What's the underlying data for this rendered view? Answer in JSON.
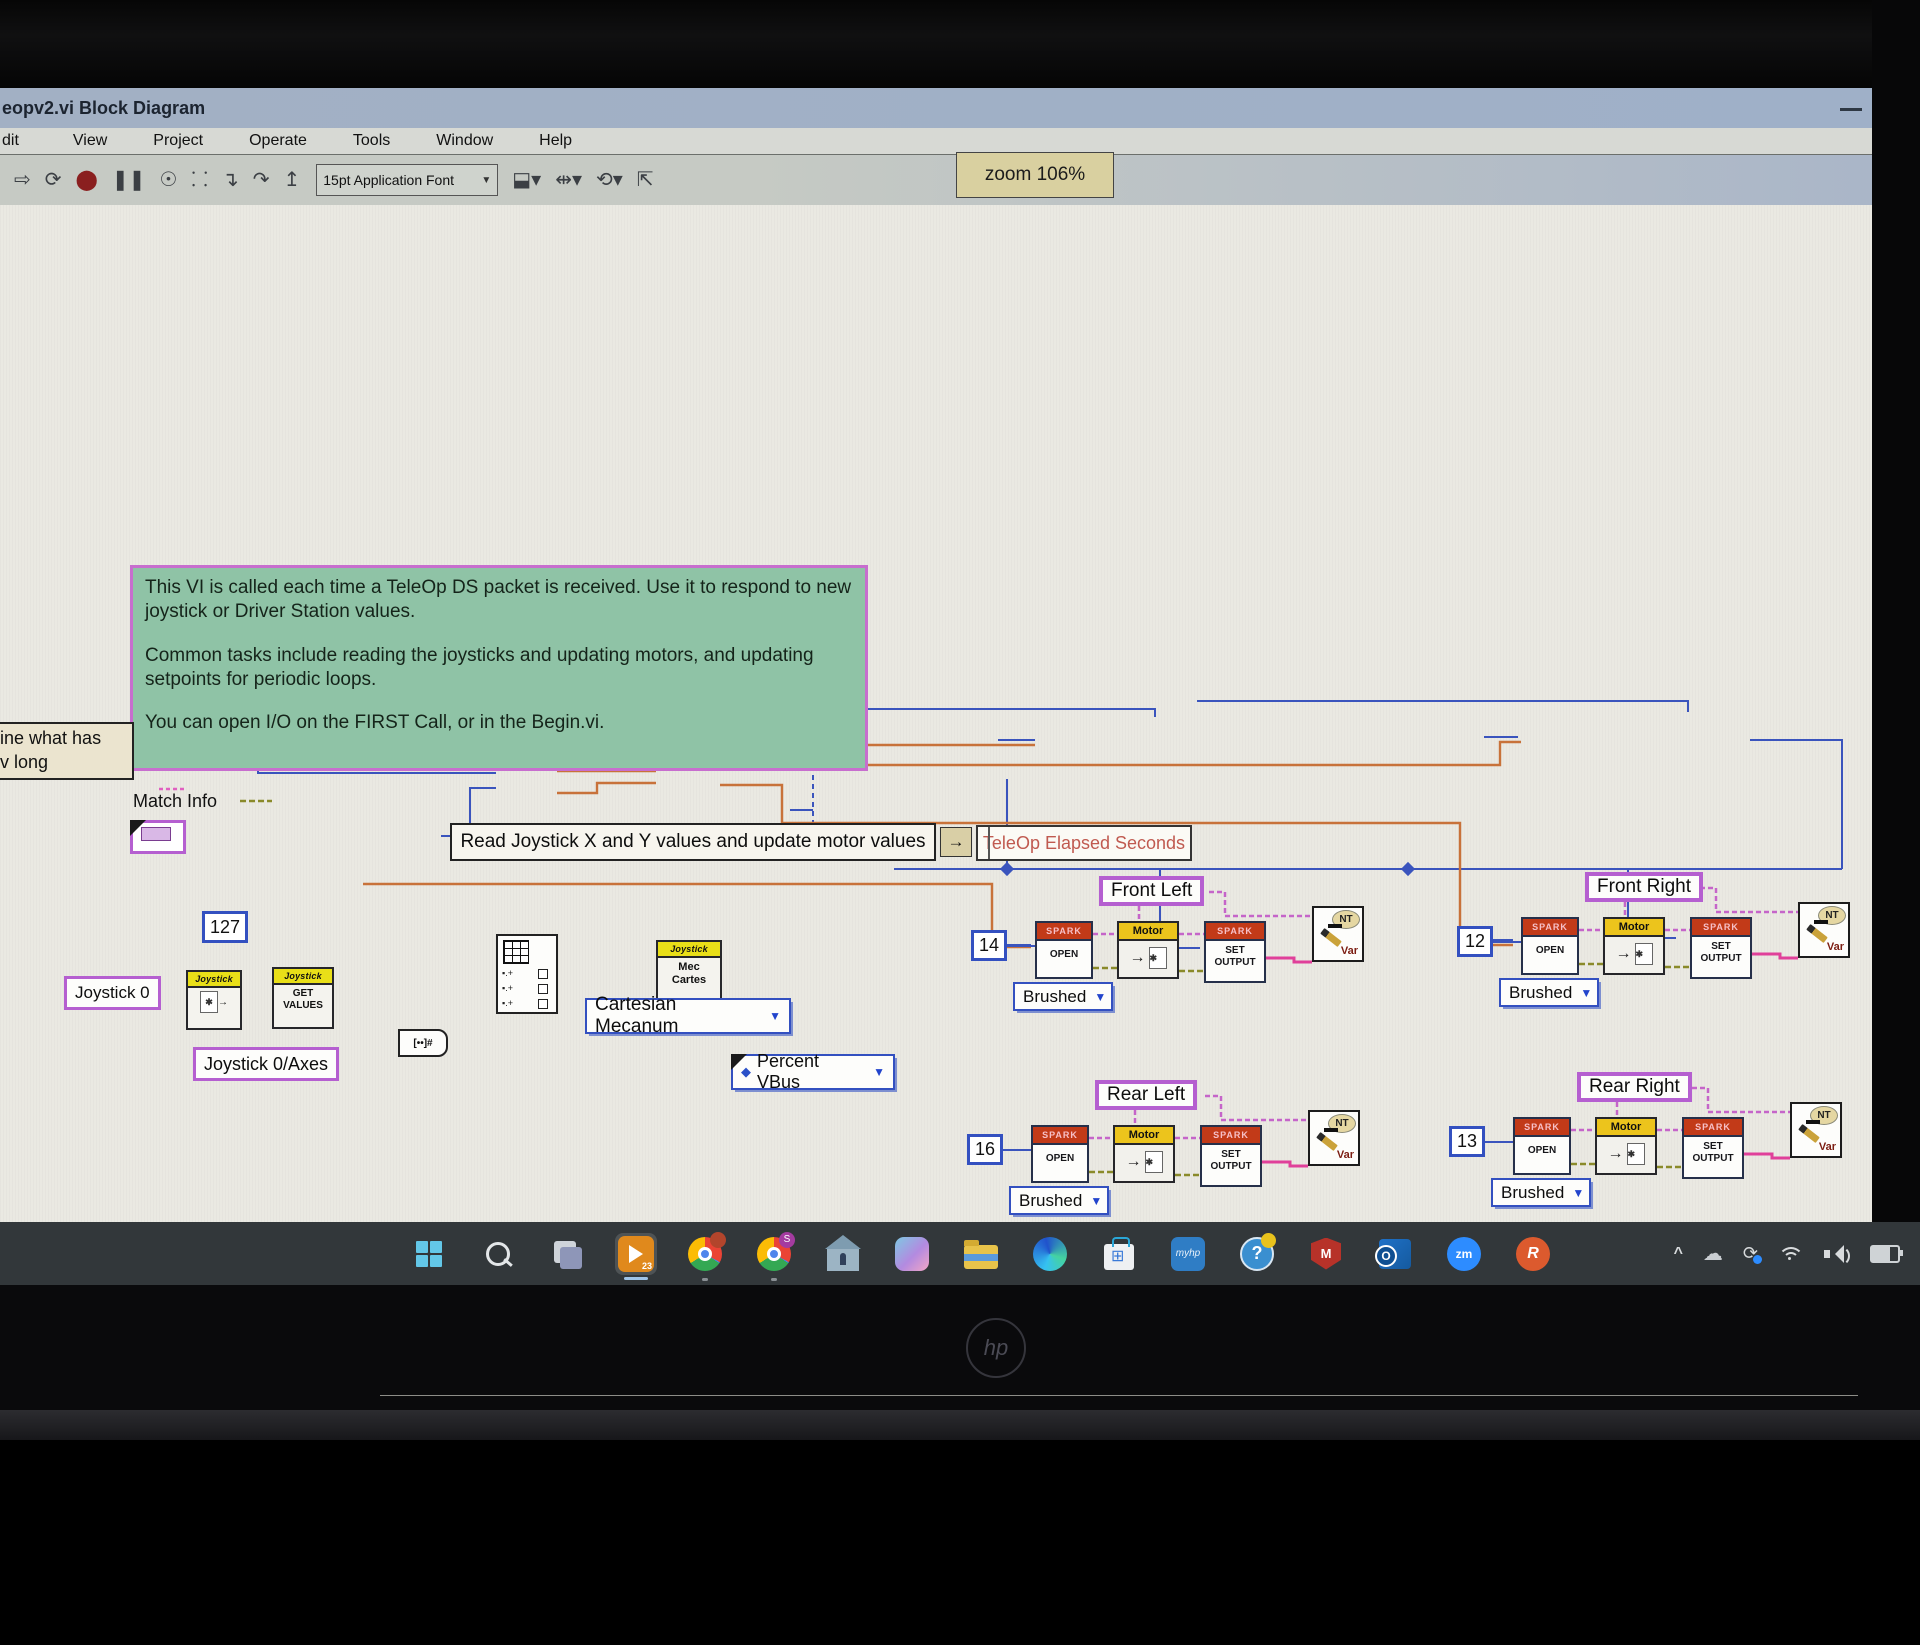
{
  "window": {
    "title": "eopv2.vi Block Diagram",
    "minimize_glyph": "—"
  },
  "menu": {
    "items": [
      "dit",
      "View",
      "Project",
      "Operate",
      "Tools",
      "Window",
      "Help"
    ]
  },
  "toolbar": {
    "font_selector": "15pt Application Font",
    "font_dropdown_glyph": "▼",
    "zoom_badge": "zoom 106%"
  },
  "comment_box": {
    "p1": "This VI is called each time a TeleOp DS packet is received.  Use it to respond to new joystick or Driver Station values.",
    "p2": "Common tasks include reading the joysticks and updating motors, and updating setpoints for periodic loops.",
    "p3": "You can open I/O on the FIRST Call, or in the Begin.vi."
  },
  "partial_note": {
    "line1": "ine what has",
    "line2": "v long"
  },
  "diagram": {
    "match_info": "Match Info",
    "sequence_label": "Read Joystick X and Y values and update motor values",
    "elapsed_arrow": "→",
    "elapsed_label": "TeleOp Elapsed Seconds",
    "joystick_constant": "Joystick 0",
    "axes_label": "Joystick 0/Axes",
    "deadband_constant": "127",
    "mecanum_mode": "Cartesian Mecanum",
    "vbus_mode": "Percent VBus",
    "dropdown_glyph": "▼",
    "diamond_glyph": "◆",
    "joystick_header": "Joystick",
    "get_line1": "GET",
    "get_line2": "VALUES",
    "mec": "Mec",
    "cartes": "Cartes",
    "index_prim": "[••]#",
    "spark": "SPARK",
    "open": "OPEN",
    "motor": "Motor",
    "motor_arrow": "→",
    "doc_glyph": "✱",
    "set_line1": "SET",
    "set_line2": "OUTPUT",
    "nt": "NT",
    "var": "Var",
    "cursor_glyph": "+"
  },
  "motors": [
    {
      "label": "Front Left",
      "can_id": "14",
      "motor_type": "Brushed"
    },
    {
      "label": "Front Right",
      "can_id": "12",
      "motor_type": "Brushed"
    },
    {
      "label": "Rear Left",
      "can_id": "16",
      "motor_type": "Brushed"
    },
    {
      "label": "Rear Right",
      "can_id": "13",
      "motor_type": "Brushed"
    }
  ],
  "taskbar": {
    "icons": [
      "start",
      "search",
      "task-view",
      "labview",
      "chrome-profile-1",
      "chrome-profile-2",
      "driver-station",
      "copilot",
      "file-explorer",
      "edge",
      "microsoft-store",
      "my-hp",
      "hp-support-assistant",
      "mcafee",
      "outlook",
      "zoom",
      "rev-hardware-client"
    ],
    "labview_badge": "23",
    "chrome_badge": "S",
    "myhp_text": "myhp",
    "hp_support_text": "?",
    "mcafee_text": "M",
    "zoom_text": "zm",
    "rev_text": "R",
    "tray_chevron": "^",
    "cloud_glyph": "☁",
    "sync_glyph": "⟳"
  },
  "laptop": {
    "logo": "hp"
  },
  "colors": {
    "accent_purple": "#b55fd0",
    "wire_orange": "#c8723a",
    "wire_blue": "#3a54bd",
    "spark_red": "#c23a18",
    "node_yellow": "#ecc41c",
    "comment_green": "#8fc3a6",
    "comment_border": "#c76ece",
    "enum_blue": "#3350c0",
    "elapsed_text": "#c05a50",
    "taskbar_bg": "#32373a",
    "titlebar_bg": "#9fb0c8"
  }
}
